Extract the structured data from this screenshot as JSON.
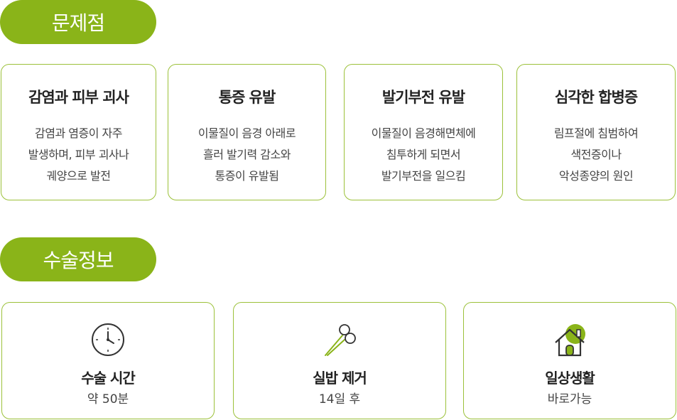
{
  "problems": {
    "heading": "문제점",
    "cards": [
      {
        "title": "감염과 피부 괴사",
        "lines": [
          "감염과 염증이 자주",
          "발생하며, 피부 괴사나",
          "궤양으로 발전"
        ]
      },
      {
        "title": "통증 유발",
        "lines": [
          "이물질이 음경 아래로",
          "흘러 발기력 감소와",
          "통증이 유발됨"
        ]
      },
      {
        "title": "발기부전 유발",
        "lines": [
          "이물질이 음경해면체에",
          "침투하게 되면서",
          "발기부전을 일으킴"
        ]
      },
      {
        "title": "심각한 합병증",
        "lines": [
          "림프절에 침범하여",
          "색전증이나",
          "악성종양의 원인"
        ]
      }
    ]
  },
  "surgery": {
    "heading": "수술정보",
    "items": [
      {
        "icon": "clock-icon",
        "title": "수술 시간",
        "value": "약 50분"
      },
      {
        "icon": "scissors-icon",
        "title": "실밥 제거",
        "value": "14일 후"
      },
      {
        "icon": "house-icon",
        "title": "일상생활",
        "value": "바로가능"
      }
    ]
  },
  "colors": {
    "accent": "#8ab419",
    "border": "#9cc13a"
  }
}
